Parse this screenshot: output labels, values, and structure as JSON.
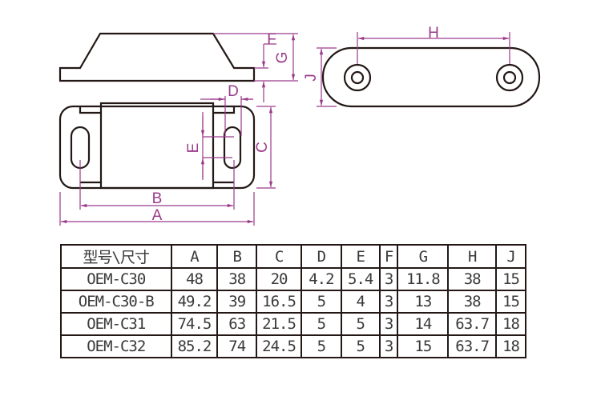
{
  "dimension_labels": {
    "A": "A",
    "B": "B",
    "C": "C",
    "D": "D",
    "E": "E",
    "F": "F",
    "G": "G",
    "H": "H",
    "J": "J"
  },
  "table": {
    "headers": [
      "型号\\尺寸",
      "A",
      "B",
      "C",
      "D",
      "E",
      "F",
      "G",
      "H",
      "J"
    ],
    "rows": [
      [
        "OEM-C30",
        "48",
        "38",
        "20",
        "4.2",
        "5.4",
        "3",
        "11.8",
        "38",
        "15"
      ],
      [
        "OEM-C30-B",
        "49.2",
        "39",
        "16.5",
        "5",
        "4",
        "3",
        "13",
        "38",
        "15"
      ],
      [
        "OEM-C31",
        "74.5",
        "63",
        "21.5",
        "5",
        "5",
        "3",
        "14",
        "63.7",
        "18"
      ],
      [
        "OEM-C32",
        "85.2",
        "74",
        "24.5",
        "5",
        "5",
        "3",
        "15",
        "63.7",
        "18"
      ]
    ]
  },
  "colors": {
    "dimension": "#9b3a8a",
    "outline": "#231815"
  }
}
